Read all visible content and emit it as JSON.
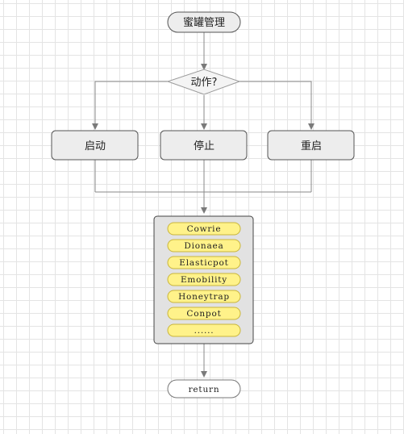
{
  "flow": {
    "start_label": "蜜罐管理",
    "decision_label": "动作?",
    "actions": [
      "启动",
      "停止",
      "重启"
    ],
    "honeypots": [
      "Cowrie",
      "Dionaea",
      "Elasticpot",
      "Emobility",
      "Honeytrap",
      "Conpot",
      "......"
    ],
    "end_label": "return"
  },
  "colors": {
    "node_fill": "#ededed",
    "node_stroke": "#555555",
    "decision_stroke": "#9a9a9a",
    "edge": "#8a8a8a",
    "pill_fill": "#fff28a",
    "pill_stroke": "#c9b53a",
    "group_fill": "#e2e2e2"
  }
}
